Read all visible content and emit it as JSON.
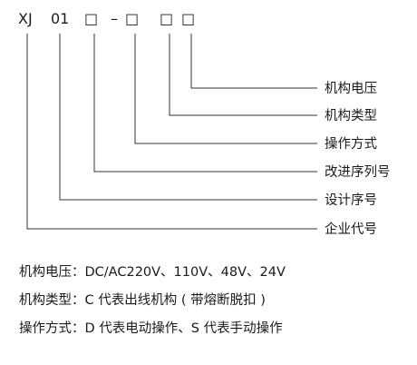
{
  "code": {
    "prefix": "XJ",
    "number": "01",
    "box": "□",
    "dash": "–"
  },
  "labels": {
    "mechanism_voltage": "机构电压",
    "mechanism_type": "机构类型",
    "operation_mode": "操作方式",
    "improved_series": "改进序列号",
    "design_serial": "设计序号",
    "company_code": "企业代号"
  },
  "notes": [
    "机构电压：DC/AC220V、110V、48V、24V",
    "机构类型：C 代表出线机构 ( 带熔断脱扣 )",
    "操作方式：D 代表电动操作、S 代表手动操作"
  ]
}
